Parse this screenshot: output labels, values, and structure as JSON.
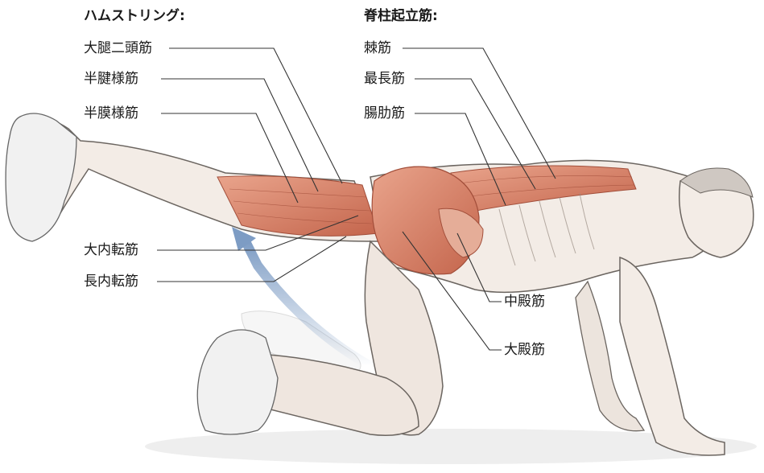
{
  "groups": {
    "hamstrings": "ハムストリング:",
    "erector_spinae": "脊柱起立筋:"
  },
  "labels": {
    "biceps_femoris": "大腿二頭筋",
    "semitendinosus": "半腱様筋",
    "semimembranosus": "半膜様筋",
    "spinalis": "棘筋",
    "longissimus": "最長筋",
    "iliocostalis": "腸肋筋",
    "adductor_magnus": "大内転筋",
    "adductor_longus": "長内転筋",
    "gluteus_medius": "中殿筋",
    "gluteus_maximus": "大殿筋"
  },
  "colors": {
    "muscle": "#d9826a",
    "muscle_dark": "#b95a44",
    "skin": "#f3ece6",
    "outline": "#6b6560",
    "arrow": "#7d9cc4",
    "leader": "#333333"
  }
}
